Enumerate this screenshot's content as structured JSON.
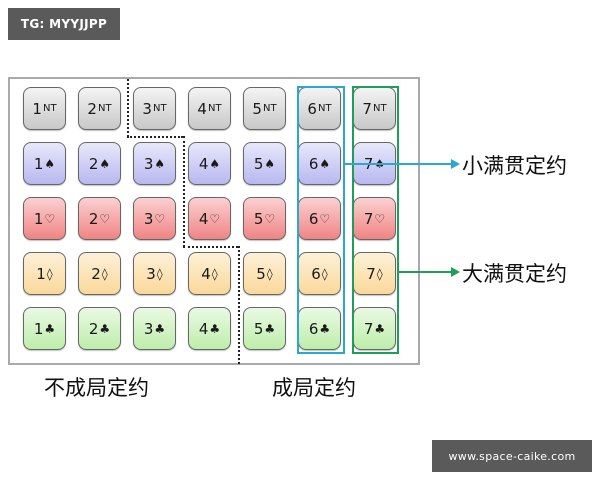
{
  "badges": {
    "top_left": "TG: MYYJJPP",
    "bottom_right": "www.space-caike.com"
  },
  "grid": {
    "columns": [
      "1",
      "2",
      "3",
      "4",
      "5",
      "6",
      "7"
    ],
    "rows": [
      {
        "suit": "NT",
        "class": "nt",
        "subscript": true
      },
      {
        "suit": "♠",
        "class": "sp",
        "subscript": false
      },
      {
        "suit": "♡",
        "class": "he",
        "subscript": false
      },
      {
        "suit": "◊",
        "class": "di",
        "subscript": false
      },
      {
        "suit": "♣",
        "class": "cl",
        "subscript": false
      }
    ]
  },
  "labels": {
    "small_slam": "小满贯定约",
    "grand_slam": "大满贯定约",
    "partscore": "不成局定约",
    "game": "成局定约"
  },
  "colors": {
    "small_slam": "#2aa8d0",
    "grand_slam": "#1e9e5a",
    "frame": "#a8a8ae"
  }
}
